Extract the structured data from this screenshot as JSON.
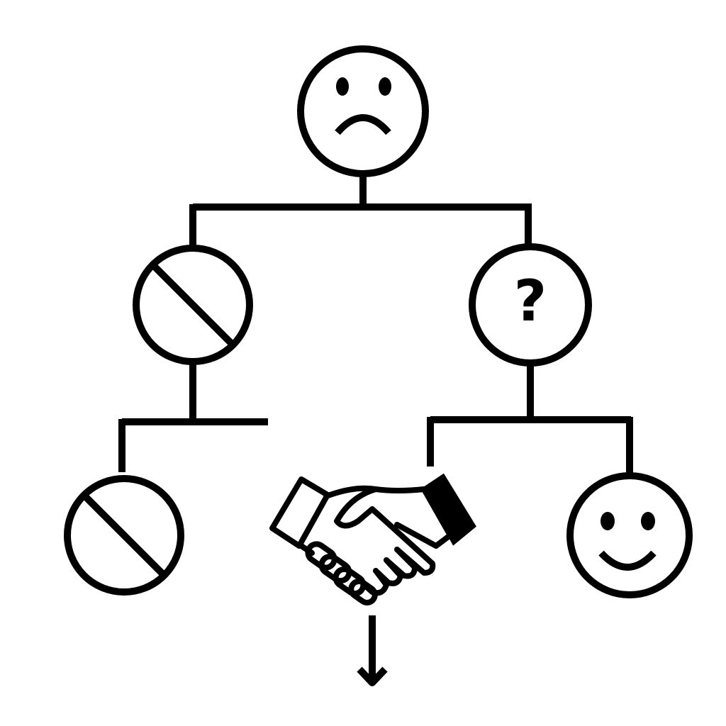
{
  "diagram": {
    "colors": {
      "stroke": "#000000",
      "background": "#ffffff"
    },
    "nodes": [
      {
        "id": "root",
        "icon": "sad-face-icon"
      },
      {
        "id": "left",
        "icon": "prohibited-icon"
      },
      {
        "id": "right",
        "icon": "question-mark-icon"
      },
      {
        "id": "left-left",
        "icon": "prohibited-icon"
      },
      {
        "id": "center",
        "icon": "handshake-icon"
      },
      {
        "id": "right-right",
        "icon": "happy-face-icon"
      }
    ],
    "edges": [
      {
        "from": "root",
        "to": "left"
      },
      {
        "from": "root",
        "to": "right"
      },
      {
        "from": "left",
        "to": "left-left"
      },
      {
        "from": "right",
        "to": "right-right"
      },
      {
        "from": "center",
        "to": "down-arrow"
      }
    ],
    "question_glyph": "?"
  }
}
